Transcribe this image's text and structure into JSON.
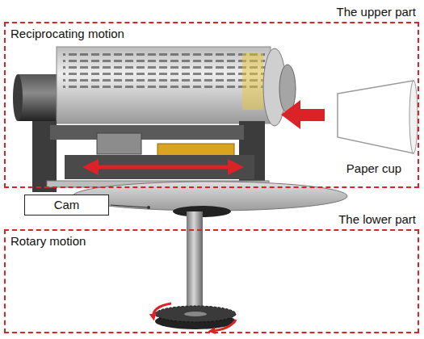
{
  "diagram": {
    "nodes": [
      {
        "text": [
          "The upper part",
          "Reciprocating motion"
        ]
      },
      {
        "text": [
          "Cam"
        ]
      },
      {
        "text": [
          "The lower part",
          "Rotary motion"
        ]
      }
    ],
    "labels": [
      "Paper cup"
    ]
  }
}
